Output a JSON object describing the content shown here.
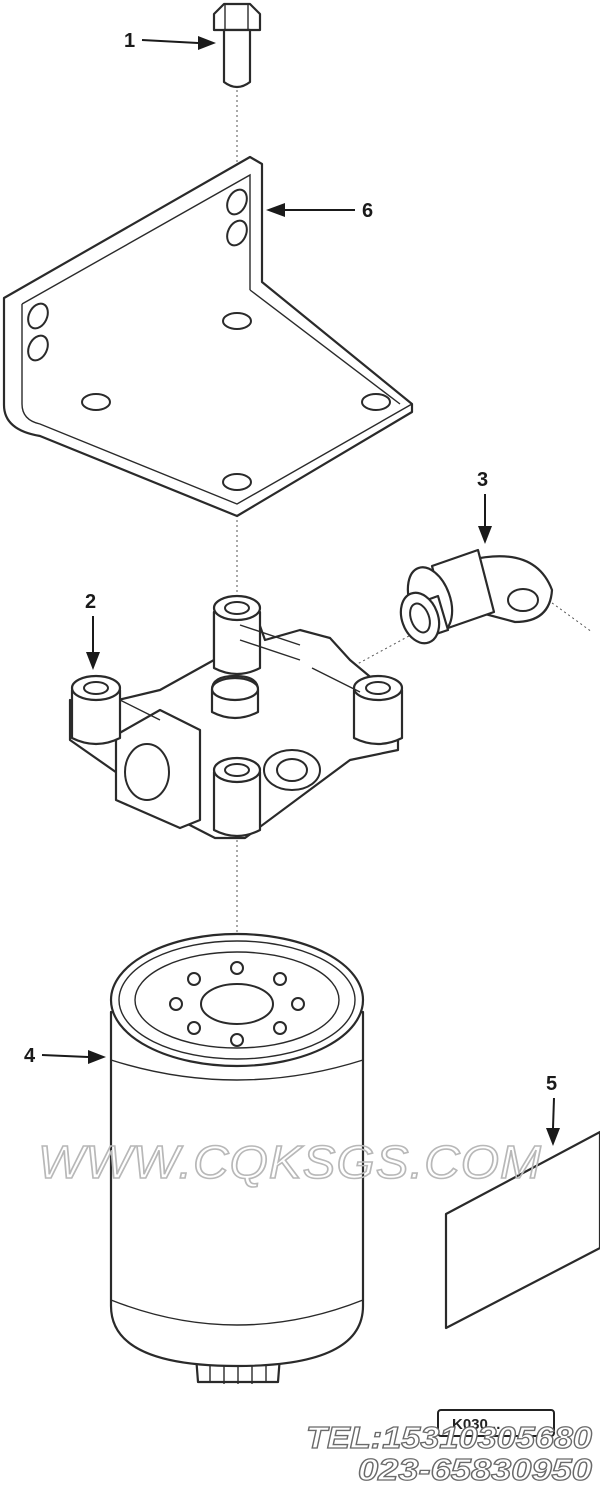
{
  "callouts": {
    "c1": "1",
    "c2": "2",
    "c3": "3",
    "c4": "4",
    "c5": "5",
    "c6": "6"
  },
  "watermark": "WWW.CQKSGS.COM",
  "contact": {
    "tel": "TEL:15310305680",
    "phone": "023-65830950"
  },
  "stamp": "K030..."
}
